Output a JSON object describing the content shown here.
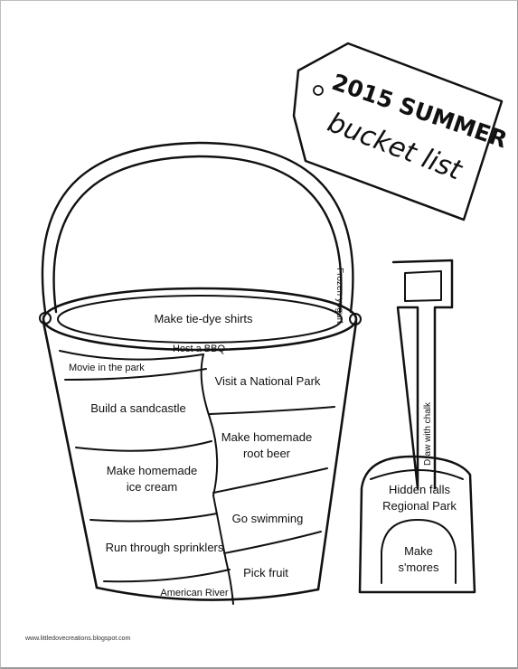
{
  "tag": {
    "title": "2015 SUMMER",
    "subtitle": "bucket list"
  },
  "bucket": {
    "rim_item": "Make tie-dye shirts",
    "top_band_item": "Host a BBQ",
    "handle_item": "Frozen yogurt",
    "left_items": [
      "Movie in the park",
      "Build a sandcastle",
      "Make homemade ice cream",
      "Run through sprinklers",
      "American River"
    ],
    "right_items": [
      "Visit a National Park",
      "Make homemade root beer",
      "Go swimming",
      "Pick fruit"
    ]
  },
  "shovel": {
    "handle_item": "Draw with chalk",
    "blade_item_line1": "Hidden falls",
    "blade_item_line2": "Regional Park",
    "inner_item_line1": "Make",
    "inner_item_line2": "s'mores"
  },
  "footer": {
    "url": "www.littledovecreations.blogspot.com"
  }
}
